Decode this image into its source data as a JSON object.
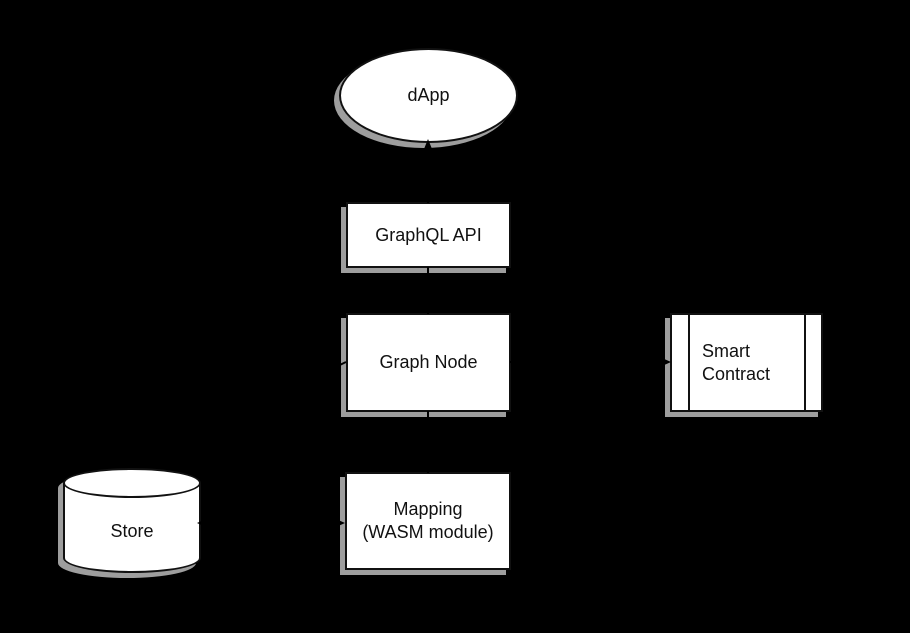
{
  "page": {
    "background": "#000000"
  },
  "diagram": {
    "type": "architecture-flow",
    "style": {
      "node_fill": "#ffffff",
      "node_border": "#111111",
      "shadow_color": "#9e9e9e",
      "text_color": "#111111",
      "connector_color": "#000000"
    },
    "nodes": [
      {
        "id": "dapp",
        "shape": "ellipse",
        "label": "dApp"
      },
      {
        "id": "graphql-api",
        "shape": "rect",
        "label": "GraphQL API"
      },
      {
        "id": "graph-node",
        "shape": "rect",
        "label": "Graph Node"
      },
      {
        "id": "smart-contract",
        "shape": "process",
        "label": "Smart Contract",
        "line1": "Smart",
        "line2": "Contract"
      },
      {
        "id": "store",
        "shape": "cylinder",
        "label": "Store"
      },
      {
        "id": "mapping",
        "shape": "rect",
        "label": "Mapping (WASM module)",
        "line1": "Mapping",
        "line2": "(WASM module)"
      }
    ],
    "edges": [
      {
        "from": "graphql-api",
        "to": "dapp"
      },
      {
        "from": "graphql-api",
        "to": "graph-node"
      },
      {
        "from": "graph-node",
        "to": "mapping"
      },
      {
        "from": "graph-node",
        "to": "smart-contract"
      },
      {
        "from": "graph-node",
        "to": "store"
      },
      {
        "from": "dapp",
        "to": "smart-contract"
      },
      {
        "from": "store",
        "to": "mapping"
      }
    ]
  }
}
